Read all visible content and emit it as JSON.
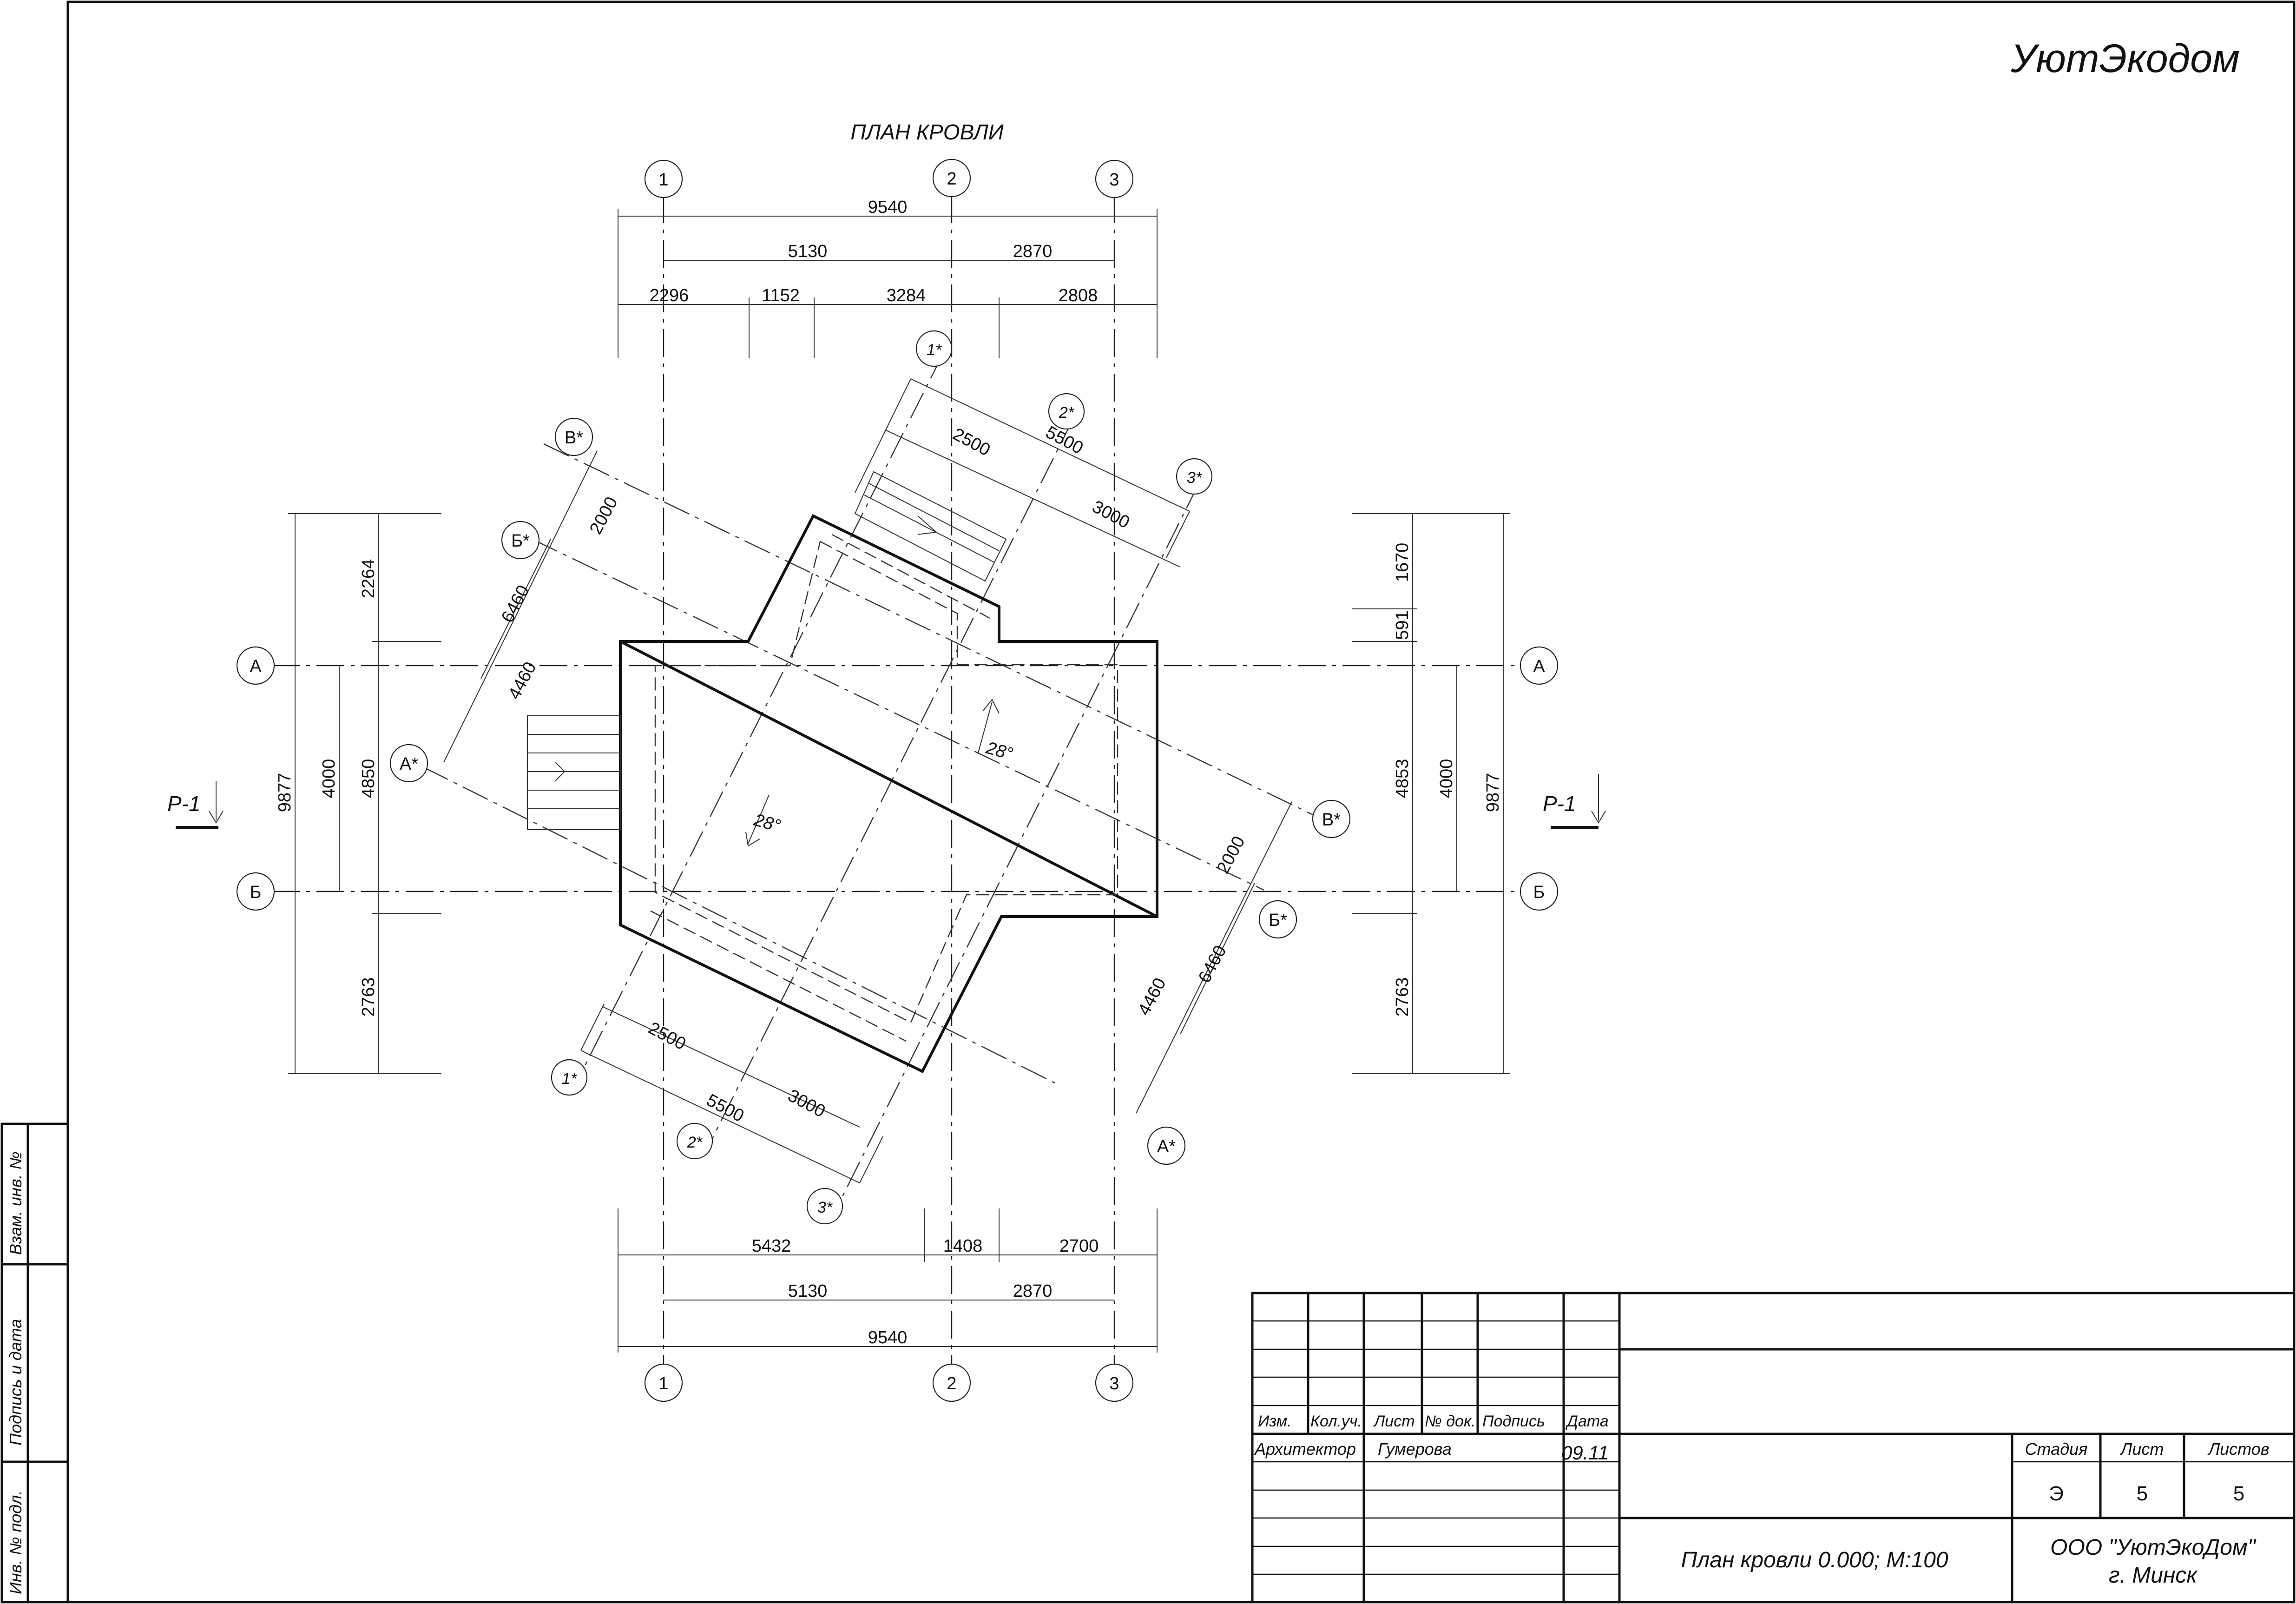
{
  "brand": "УютЭкодом",
  "title": "ПЛАН КРОВЛИ",
  "grid_labels": {
    "col_1": "1",
    "col_2": "2",
    "col_3": "3",
    "row_a": "А",
    "row_b": "Б",
    "rot_1": "1*",
    "rot_2": "2*",
    "rot_3": "3*",
    "rot_a": "А*",
    "rot_b": "Б*",
    "rot_v": "В*"
  },
  "section_mark": "Р-1",
  "slope": "28°",
  "dims": {
    "top_overall": "9540",
    "top_axes_12": "5130",
    "top_axes_23": "2870",
    "top_seg_1": "2296",
    "top_seg_2": "1152",
    "top_seg_3": "3284",
    "top_seg_4": "2808",
    "bottom_seg_1": "5432",
    "bottom_seg_2": "1408",
    "bottom_seg_3": "2700",
    "bottom_axes_12": "5130",
    "bottom_axes_23": "2870",
    "bottom_overall": "9540",
    "left_overall": "9877",
    "left_ab": "4000",
    "left_inner": "4850",
    "left_top": "2264",
    "left_bottom": "2763",
    "right_overall": "9877",
    "right_ab": "4000",
    "right_inner": "4853",
    "right_top_1": "1670",
    "right_top_2": "591",
    "right_bottom": "2763",
    "rot_top_2500": "2500",
    "rot_top_5500": "5500",
    "rot_top_3000": "3000",
    "rot_left_2000": "2000",
    "rot_left_6460": "6460",
    "rot_left_4460": "4460",
    "rot_bottom_2500": "2500",
    "rot_bottom_5500": "5500",
    "rot_bottom_3000": "3000",
    "rot_right_2000": "2000",
    "rot_right_4460": "4460",
    "rot_right_6460": "6460"
  },
  "side_stamp": {
    "inv_podl": "Инв. № подл.",
    "podpis_data": "Подпись и дата",
    "vzam_inv": "Взам. инв. №"
  },
  "title_block": {
    "h_izm": "Изм.",
    "h_kolvo": "Кол.уч.",
    "h_list": "Лист",
    "h_ndok": "№ док.",
    "h_podpis": "Подпись",
    "h_data": "Дата",
    "role": "Архитектор",
    "person": "Гумерова",
    "date": "09.11",
    "h_stadia": "Стадия",
    "h_list2": "Лист",
    "h_listov": "Листов",
    "stadia": "Э",
    "list": "5",
    "listov": "5",
    "sheet_title": "План кровли 0.000; М:100",
    "org_line1": "ООО \"УютЭкоДом\"",
    "org_line2": "г. Минск"
  }
}
